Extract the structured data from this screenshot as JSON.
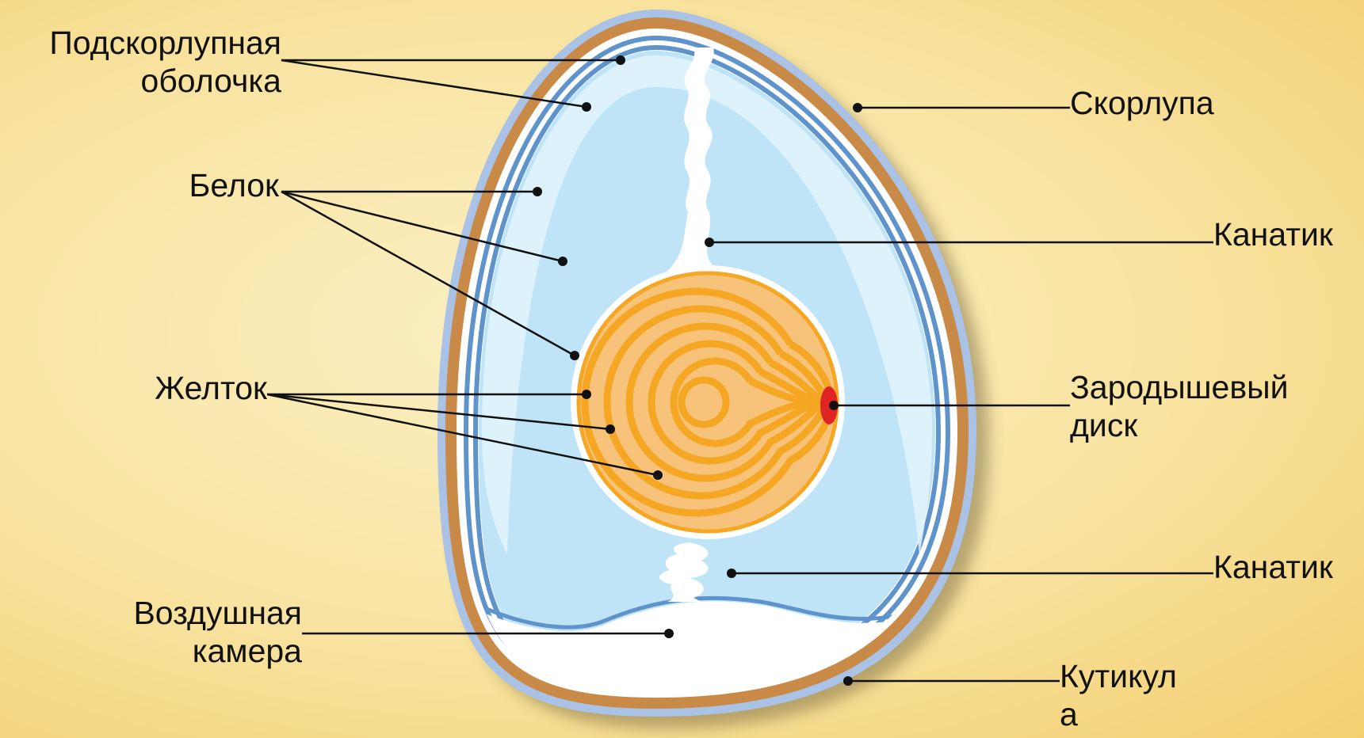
{
  "labels": {
    "podskorlupnaya": [
      "Подскорлупная",
      "оболочка"
    ],
    "belok": "Белок",
    "zheltok": "Желток",
    "vozdushnaya": [
      "Воздушная",
      "камера"
    ],
    "skorlupa": "Скорлупа",
    "kanatik_top": "Канатик",
    "zarodyshevy": [
      "Зародышевый",
      "диск"
    ],
    "kanatik_bottom": "Канатик",
    "kutikula": [
      "Кутикул",
      "а"
    ]
  },
  "colors": {
    "cuticle": "#a9c2e6",
    "shell": "#c98a47",
    "membrane": "#5f93cc",
    "albumen": "#bfe4f8",
    "albumen_light": "#e3f4fc",
    "yolk": "#f7c27a",
    "yolk_ring": "#f5a623",
    "germinal_disc": "#e02424",
    "leader_line": "#111111"
  }
}
